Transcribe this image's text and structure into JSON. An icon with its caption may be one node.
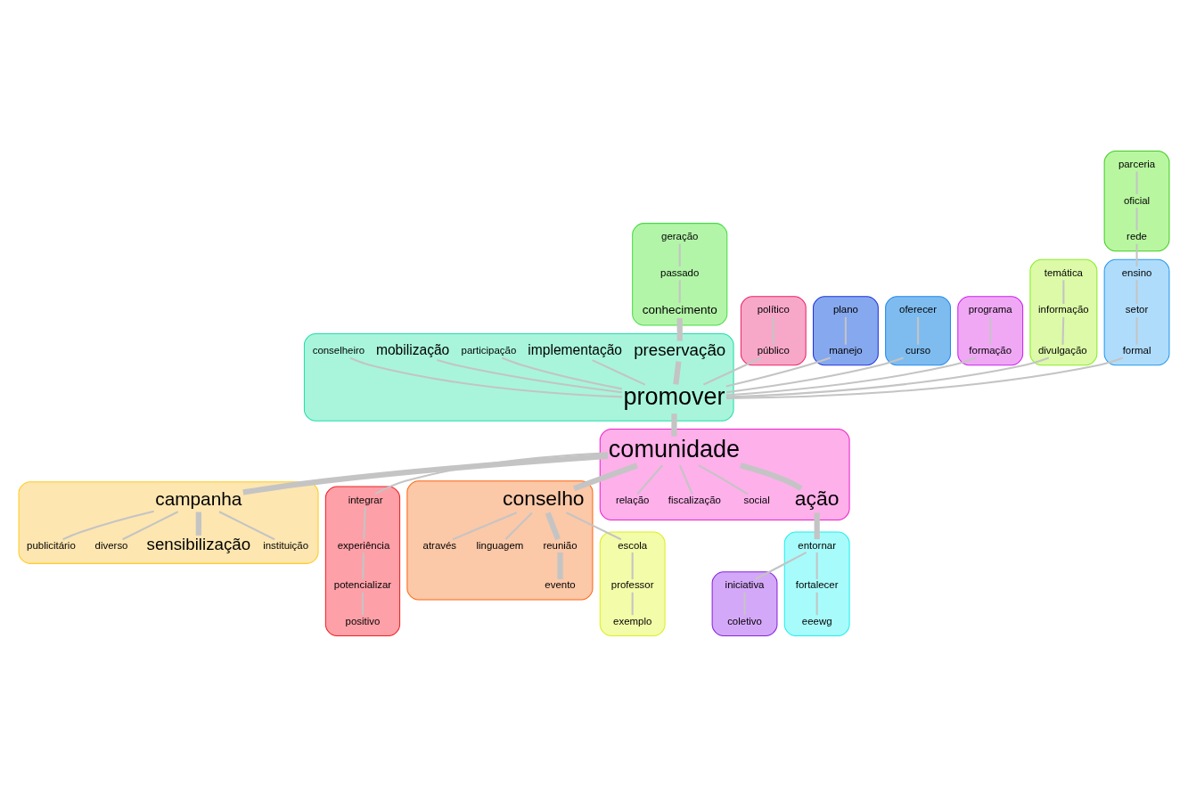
{
  "diagram": {
    "nodes": [
      {
        "text": [],
        "shape": "blob"
      },
      {
        "text": [
          "geração"
        ],
        "in": 0
      },
      {
        "text": [
          "passado"
        ],
        "in": 0
      },
      {
        "text": [
          "conhecimento"
        ],
        "in": 0
      },
      {
        "text": [],
        "shape": "blob"
      },
      {
        "text": [
          "político"
        ],
        "in": 4
      },
      {
        "text": [
          "público"
        ],
        "in": 4
      },
      {
        "text": [],
        "shape": "blob"
      },
      {
        "text": [
          "preservação"
        ],
        "in": 7
      },
      {
        "text": [
          "implementação"
        ],
        "in": 7
      },
      {
        "text": [
          "promover"
        ],
        "in": 7
      },
      {
        "text": [
          "participação"
        ],
        "in": 7
      },
      {
        "text": [
          "mobilização"
        ],
        "in": 7
      },
      {
        "text": [
          "conselheiro"
        ],
        "in": 7
      },
      {
        "text": [],
        "shape": "blob"
      },
      {
        "text": [
          "plano"
        ],
        "in": 14
      },
      {
        "text": [
          "manejo"
        ],
        "in": 14
      },
      {
        "text": [],
        "shape": "blob"
      },
      {
        "text": [
          "oferecer"
        ],
        "in": 17
      },
      {
        "text": [
          "curso"
        ],
        "in": 17
      },
      {
        "text": [],
        "shape": "blob"
      },
      {
        "text": [
          "programa"
        ],
        "in": 20
      },
      {
        "text": [
          "formação"
        ],
        "in": 20
      },
      {
        "text": [],
        "shape": "blob"
      },
      {
        "text": [
          "temática"
        ],
        "in": 23
      },
      {
        "text": [
          "informação"
        ],
        "in": 23
      },
      {
        "text": [
          "divulgação"
        ],
        "in": 23
      },
      {
        "text": [],
        "shape": "blob"
      },
      {
        "text": [
          "parceria"
        ],
        "in": 27
      },
      {
        "text": [
          "oficial"
        ],
        "in": 27
      },
      {
        "text": [
          "rede"
        ],
        "in": 27
      },
      {
        "text": [],
        "shape": "blob"
      },
      {
        "text": [
          "ensino"
        ],
        "in": 31
      },
      {
        "text": [
          "setor"
        ],
        "in": 31
      },
      {
        "text": [
          "formal"
        ],
        "in": 31
      },
      {
        "text": [],
        "shape": "blob"
      },
      {
        "text": [
          "publicitário"
        ],
        "in": 35
      },
      {
        "text": [
          "diverso"
        ],
        "in": 35
      },
      {
        "text": [
          "campanha"
        ],
        "in": 35
      },
      {
        "text": [
          "sensibilização"
        ],
        "in": 35
      },
      {
        "text": [
          "instituição"
        ],
        "in": 35
      },
      {
        "text": [],
        "shape": "blob"
      },
      {
        "text": [
          "comunidade"
        ],
        "in": 41
      },
      {
        "text": [
          "relação"
        ],
        "in": 41
      },
      {
        "text": [
          "fiscalização"
        ],
        "in": 41
      },
      {
        "text": [
          "social"
        ],
        "in": 41
      },
      {
        "text": [
          "ação"
        ],
        "in": 41
      },
      {
        "text": [],
        "shape": "blob"
      },
      {
        "text": [
          "integrar"
        ],
        "in": 47
      },
      {
        "text": [
          "experiência"
        ],
        "in": 47
      },
      {
        "text": [
          "potencializar"
        ],
        "in": 47
      },
      {
        "text": [
          "positivo"
        ],
        "in": 47
      },
      {
        "text": [],
        "shape": "blob"
      },
      {
        "text": [
          "através"
        ],
        "in": 52
      },
      {
        "text": [
          "conselho"
        ],
        "in": 52
      },
      {
        "text": [
          "linguagem"
        ],
        "in": 52
      },
      {
        "text": [
          "reunião"
        ],
        "in": 52
      },
      {
        "text": [
          "evento"
        ],
        "in": 52
      },
      {
        "text": [],
        "shape": "blob"
      },
      {
        "text": [
          "escola"
        ],
        "in": 58
      },
      {
        "text": [
          "professor"
        ],
        "in": 58
      },
      {
        "text": [
          "exemplo"
        ],
        "in": 58
      },
      {
        "text": [],
        "shape": "blob"
      },
      {
        "text": [
          "fortalecer"
        ],
        "in": 62
      },
      {
        "text": [
          "entornar"
        ],
        "in": 62
      },
      {
        "text": [
          "eeewg"
        ],
        "in": 62
      },
      {
        "text": [],
        "shape": "blob"
      },
      {
        "text": [
          "iniciativa"
        ],
        "in": 66
      },
      {
        "text": [
          "coletivo"
        ],
        "in": 66
      }
    ],
    "edges": [
      {
        "from": 1,
        "to": 2,
        "arrow": "none"
      },
      {
        "from": 2,
        "to": 3,
        "arrow": "none"
      },
      {
        "from": 3,
        "to": 8,
        "arrow": "none",
        "style": "thick"
      },
      {
        "from": 8,
        "to": 10,
        "arrow": "none",
        "style": "thick"
      },
      {
        "from": 5,
        "to": 6,
        "arrow": "none"
      },
      {
        "from": 6,
        "to": 10,
        "arrow": "none"
      },
      {
        "from": 15,
        "to": 16,
        "arrow": "none"
      },
      {
        "from": 16,
        "to": 10,
        "arrow": "none"
      },
      {
        "from": 18,
        "to": 19,
        "arrow": "none"
      },
      {
        "from": 19,
        "to": 10,
        "arrow": "none"
      },
      {
        "from": 21,
        "to": 22,
        "arrow": "none"
      },
      {
        "from": 22,
        "to": 10,
        "arrow": "none"
      },
      {
        "from": 24,
        "to": 25,
        "arrow": "none"
      },
      {
        "from": 25,
        "to": 26,
        "arrow": "none"
      },
      {
        "from": 26,
        "to": 10,
        "arrow": "none"
      },
      {
        "from": 28,
        "to": 29,
        "arrow": "none"
      },
      {
        "from": 29,
        "to": 30,
        "arrow": "none"
      },
      {
        "from": 30,
        "to": 32,
        "arrow": "none"
      },
      {
        "from": 32,
        "to": 33,
        "arrow": "none"
      },
      {
        "from": 33,
        "to": 34,
        "arrow": "none"
      },
      {
        "from": 34,
        "to": 10,
        "arrow": "none"
      },
      {
        "from": 9,
        "to": 10,
        "arrow": "none"
      },
      {
        "from": 11,
        "to": 10,
        "arrow": "none"
      },
      {
        "from": 12,
        "to": 10,
        "arrow": "none"
      },
      {
        "from": 13,
        "to": 10,
        "arrow": "none"
      },
      {
        "from": 10,
        "to": 42,
        "arrow": "none",
        "style": "thick"
      },
      {
        "from": 42,
        "to": 43,
        "arrow": "none"
      },
      {
        "from": 42,
        "to": 44,
        "arrow": "none"
      },
      {
        "from": 42,
        "to": 45,
        "arrow": "none"
      },
      {
        "from": 42,
        "to": 46,
        "arrow": "none",
        "style": "thick"
      },
      {
        "from": 42,
        "to": 48,
        "arrow": "none"
      },
      {
        "from": 48,
        "to": 49,
        "arrow": "none"
      },
      {
        "from": 49,
        "to": 50,
        "arrow": "none"
      },
      {
        "from": 50,
        "to": 51,
        "arrow": "none"
      },
      {
        "from": 42,
        "to": 38,
        "arrow": "none",
        "style": "thick"
      },
      {
        "from": 38,
        "to": 37,
        "arrow": "none"
      },
      {
        "from": 38,
        "to": 36,
        "arrow": "none"
      },
      {
        "from": 38,
        "to": 40,
        "arrow": "none"
      },
      {
        "from": 38,
        "to": 39,
        "arrow": "none",
        "style": "thick"
      },
      {
        "from": 42,
        "to": 54,
        "arrow": "none",
        "style": "thick"
      },
      {
        "from": 54,
        "to": 53,
        "arrow": "none"
      },
      {
        "from": 54,
        "to": 55,
        "arrow": "none"
      },
      {
        "from": 54,
        "to": 56,
        "arrow": "none",
        "style": "thick"
      },
      {
        "from": 56,
        "to": 57,
        "arrow": "none",
        "style": "thick"
      },
      {
        "from": 54,
        "to": 59,
        "arrow": "none"
      },
      {
        "from": 59,
        "to": 60,
        "arrow": "none"
      },
      {
        "from": 60,
        "to": 61,
        "arrow": "none"
      },
      {
        "from": 46,
        "to": 64,
        "arrow": "none",
        "style": "thick"
      },
      {
        "from": 64,
        "to": 63,
        "arrow": "none"
      },
      {
        "from": 63,
        "to": 65,
        "arrow": "none"
      },
      {
        "from": 64,
        "to": 67,
        "arrow": "none"
      },
      {
        "from": 67,
        "to": 68,
        "arrow": "none"
      }
    ]
  }
}
